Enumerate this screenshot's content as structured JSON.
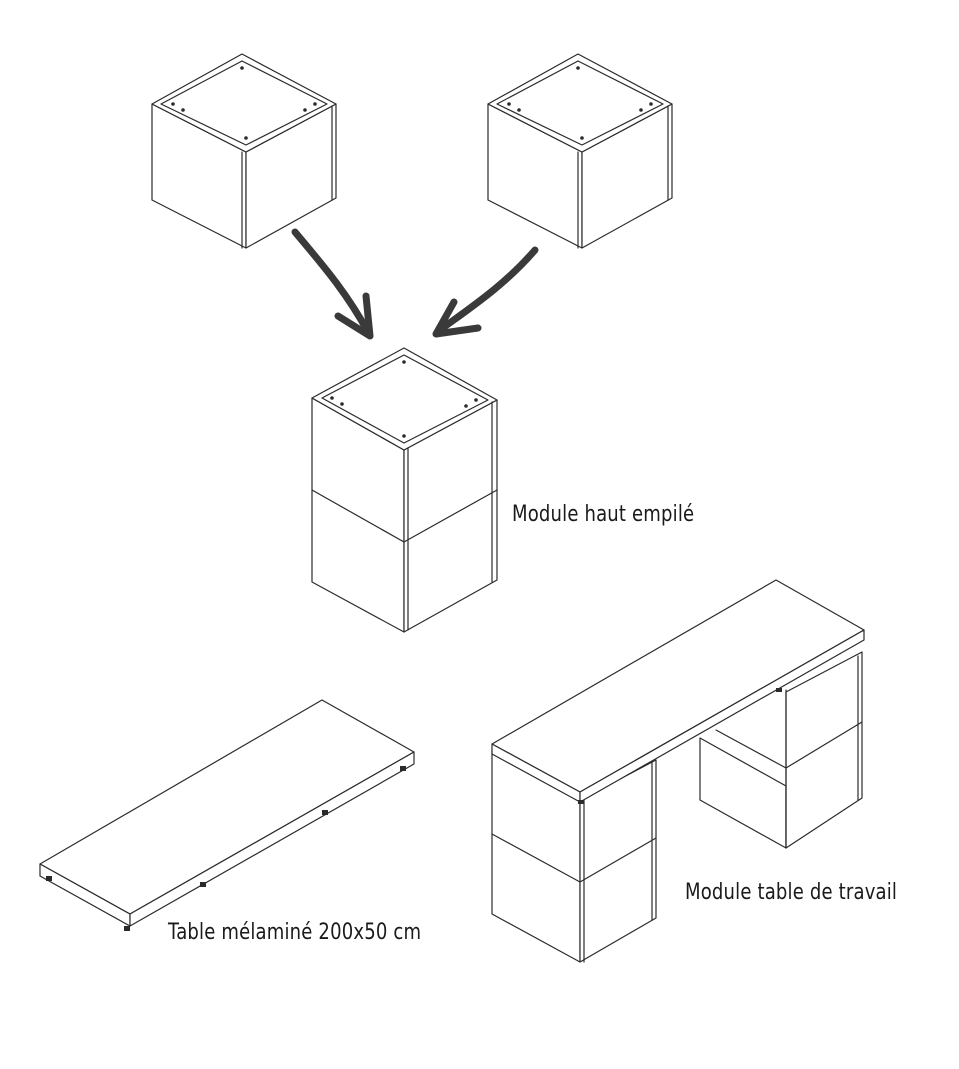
{
  "labels": {
    "stacked": "Module haut empilé",
    "tabletop": "Table mélaminé 200x50 cm",
    "workbench": "Module table de travail"
  },
  "colors": {
    "line": "#2b2b2b",
    "arrow": "#3a3a3a",
    "background": "#ffffff"
  }
}
